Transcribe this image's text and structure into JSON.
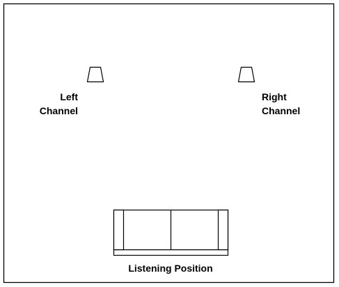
{
  "diagram": {
    "left_speaker": {
      "line1": "Left",
      "line2": "Channel"
    },
    "right_speaker": {
      "line1": "Right",
      "line2": "Channel"
    },
    "listening_position": {
      "label": "Listening Position"
    }
  },
  "colors": {
    "stroke": "#000000",
    "background": "#ffffff",
    "text": "#000000"
  },
  "icons": [
    "speaker-icon",
    "sofa-icon"
  ]
}
